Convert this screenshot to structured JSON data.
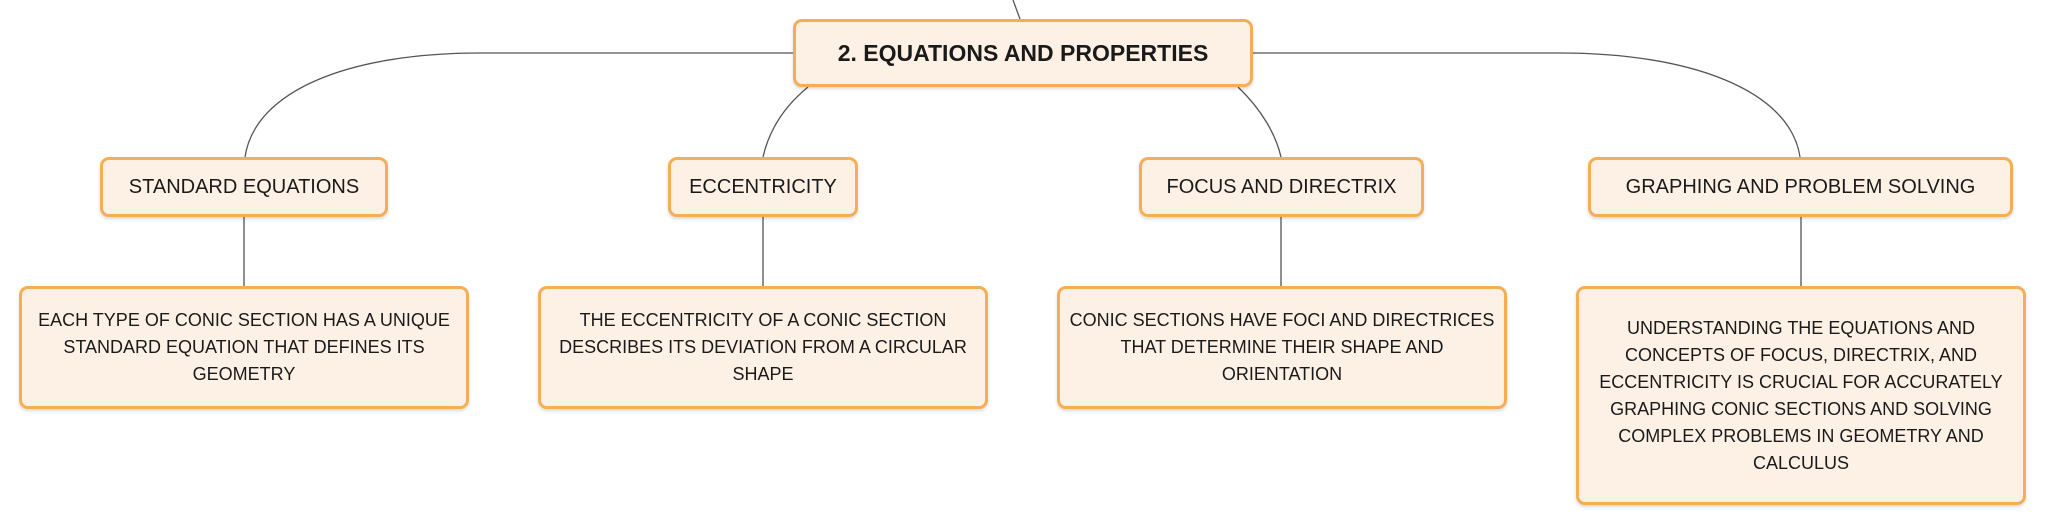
{
  "mindmap": {
    "root": {
      "label": "2. EQUATIONS AND PROPERTIES"
    },
    "branches": [
      {
        "label": "STANDARD EQUATIONS",
        "detail": "EACH TYPE OF CONIC SECTION HAS A UNIQUE STANDARD EQUATION THAT DEFINES ITS GEOMETRY"
      },
      {
        "label": "ECCENTRICITY",
        "detail": "THE ECCENTRICITY OF A CONIC SECTION DESCRIBES ITS DEVIATION FROM A CIRCULAR SHAPE"
      },
      {
        "label": "FOCUS AND DIRECTRIX",
        "detail": "CONIC SECTIONS HAVE FOCI AND DIRECTRICES THAT DETERMINE THEIR SHAPE AND ORIENTATION"
      },
      {
        "label": "GRAPHING AND PROBLEM SOLVING",
        "detail": "UNDERSTANDING THE EQUATIONS AND CONCEPTS OF FOCUS, DIRECTRIX, AND ECCENTRICITY IS CRUCIAL FOR ACCURATELY GRAPHING CONIC SECTIONS AND SOLVING COMPLEX PROBLEMS IN GEOMETRY AND CALCULUS"
      }
    ]
  },
  "colors": {
    "node_fill": "#fdf1e6",
    "node_border": "#f5ae55",
    "connector": "#555555",
    "text": "#1a1a1a"
  }
}
